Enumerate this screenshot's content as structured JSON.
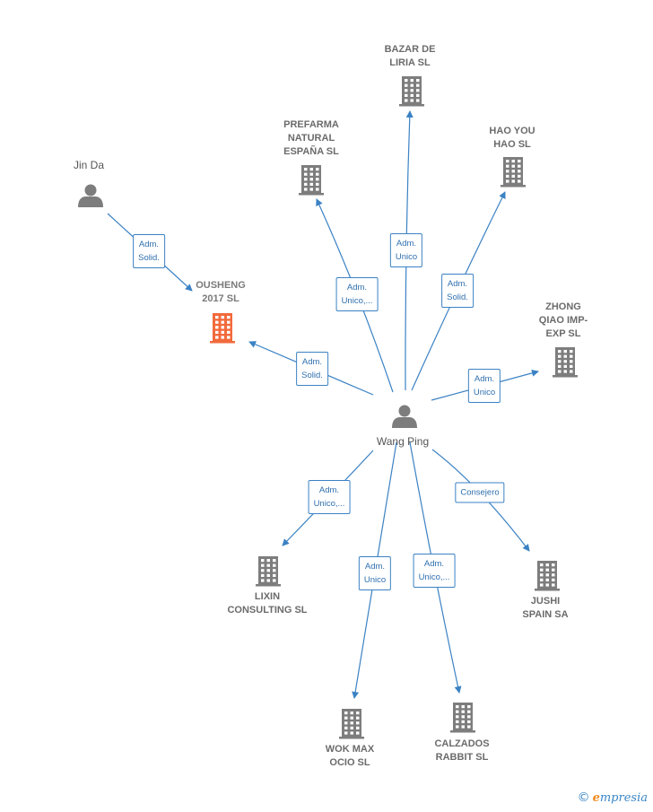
{
  "colors": {
    "edge": "#3b82c4",
    "building": "#7d7d7d",
    "building_focus": "#f26a3c",
    "person": "#7d7d7d"
  },
  "nodes": [
    {
      "id": "bazar",
      "type": "company",
      "label": "BAZAR DE\nLIRIA  SL"
    },
    {
      "id": "prefarma",
      "type": "company",
      "label": "PREFARMA\nNATURAL\nESPAÑA  SL"
    },
    {
      "id": "haoyou",
      "type": "company",
      "label": "HAO YOU\nHAO SL"
    },
    {
      "id": "jinda",
      "type": "person",
      "label": "Jin Da"
    },
    {
      "id": "ousheng",
      "type": "company",
      "focus": true,
      "label": "OUSHENG\n2017  SL"
    },
    {
      "id": "zhong",
      "type": "company",
      "label": "ZHONG\nQIAO IMP-\nEXP SL"
    },
    {
      "id": "wangping",
      "type": "person",
      "label": "Wang Ping"
    },
    {
      "id": "lixin",
      "type": "company",
      "label": "LIXIN\nCONSULTING SL"
    },
    {
      "id": "jushi",
      "type": "company",
      "label": "JUSHI\nSPAIN SA"
    },
    {
      "id": "wokmax",
      "type": "company",
      "label": "WOK MAX\nOCIO  SL"
    },
    {
      "id": "calzados",
      "type": "company",
      "label": "CALZADOS\nRABBIT  SL"
    }
  ],
  "edges": [
    {
      "from": "jinda",
      "to": "ousheng",
      "label": "Adm.\nSolid."
    },
    {
      "from": "wangping",
      "to": "ousheng",
      "label": "Adm.\nSolid."
    },
    {
      "from": "wangping",
      "to": "prefarma",
      "label": "Adm.\nUnico,..."
    },
    {
      "from": "wangping",
      "to": "bazar",
      "label": "Adm.\nUnico"
    },
    {
      "from": "wangping",
      "to": "haoyou",
      "label": "Adm.\nSolid."
    },
    {
      "from": "wangping",
      "to": "zhong",
      "label": "Adm.\nUnico"
    },
    {
      "from": "wangping",
      "to": "lixin",
      "label": "Adm.\nUnico,..."
    },
    {
      "from": "wangping",
      "to": "wokmax",
      "label": "Adm.\nUnico"
    },
    {
      "from": "wangping",
      "to": "calzados",
      "label": "Adm.\nUnico,..."
    },
    {
      "from": "wangping",
      "to": "jushi",
      "label": "Consejero"
    }
  ],
  "brand": {
    "copyright": "©",
    "name_initial": "e",
    "name_rest": "mpresia"
  }
}
